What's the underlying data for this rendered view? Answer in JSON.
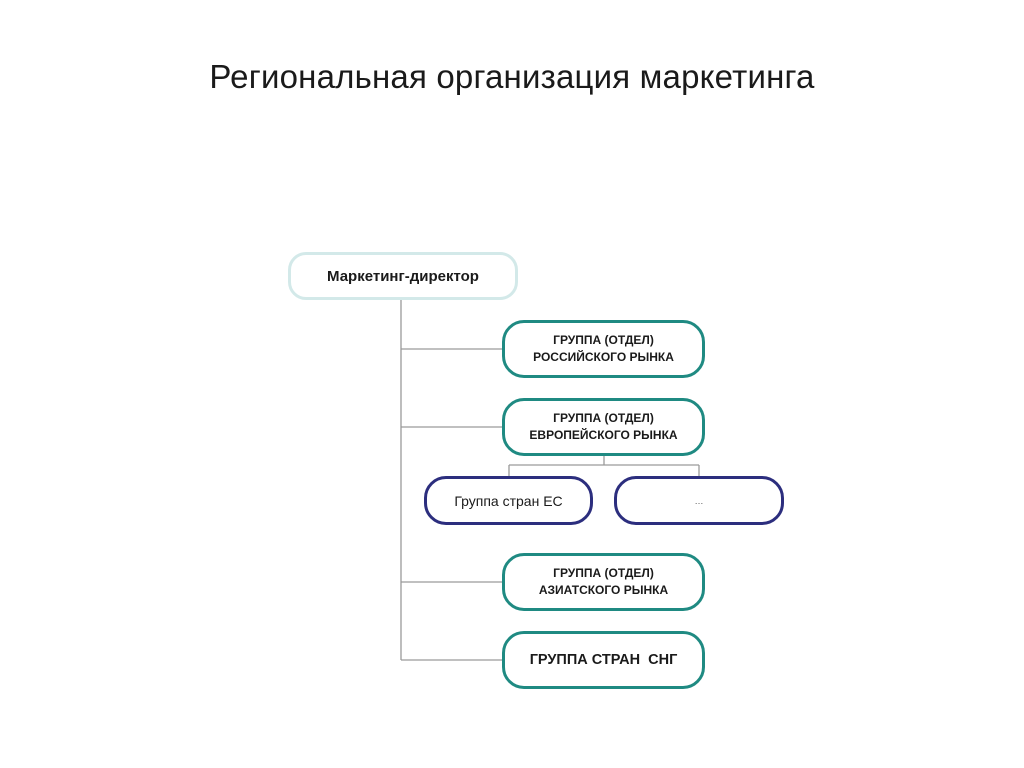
{
  "title": "Региональная организация маркетинга",
  "root": {
    "label": "Маркетинг-директор"
  },
  "groups": {
    "russian": {
      "line1": "ГРУППА (ОТДЕЛ)",
      "line2": "РОССИЙСКОГО РЫНКА"
    },
    "european": {
      "line1": "ГРУППА (ОТДЕЛ)",
      "line2": "ЕВРОПЕЙСКОГО РЫНКА"
    },
    "asian": {
      "line1": "ГРУППА (ОТДЕЛ)",
      "line2": "АЗИАТСКОГО РЫНКА"
    },
    "cis": {
      "label": "ГРУППА СТРАН  СНГ"
    }
  },
  "european_subgroups": [
    {
      "label": "Группа стран ЕС"
    },
    {
      "label": "…"
    }
  ],
  "colors": {
    "root_border": "#d3e9e9",
    "group_border": "#1f8a82",
    "subgroup_border": "#2c2e7e",
    "connector": "#9a9a9a"
  }
}
